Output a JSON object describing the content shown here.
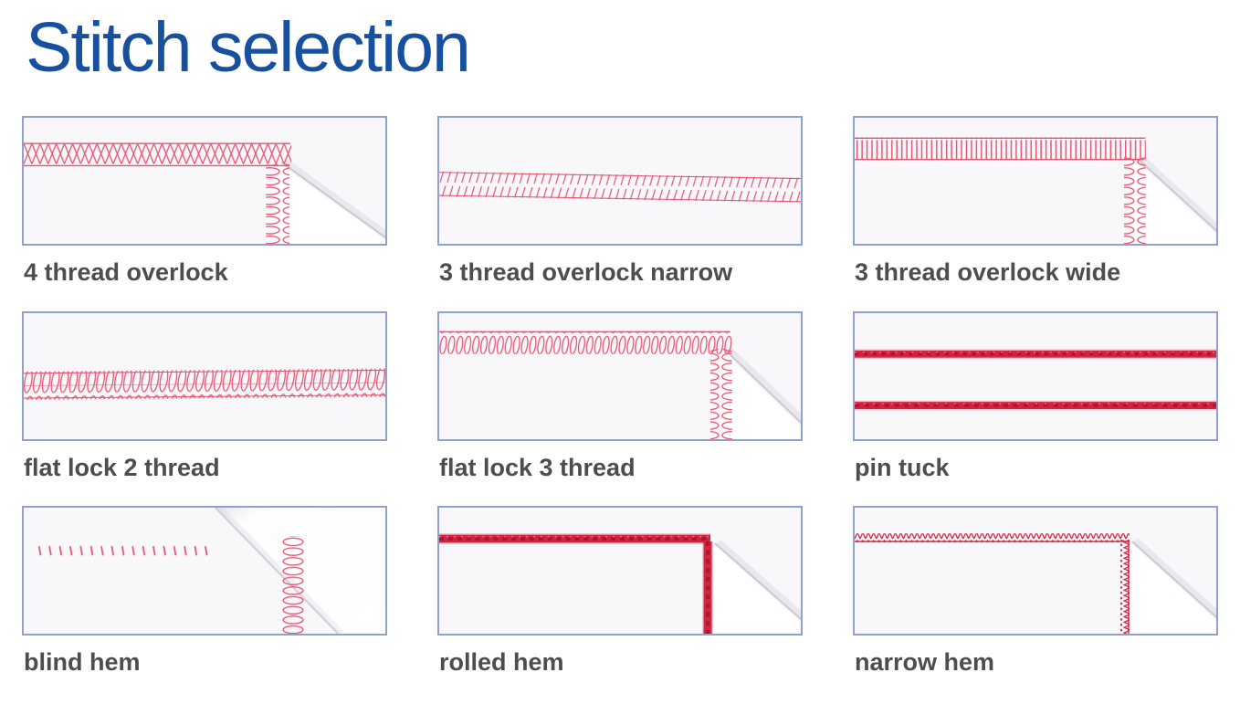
{
  "page": {
    "title": "Stitch selection"
  },
  "colors": {
    "title_blue": "#17509e",
    "label_gray": "#4d4d4d",
    "tile_border": "#92a0d0",
    "fabric": "#f8f7fa",
    "stitch_pink": "#e95371",
    "stitch_red": "#d22440"
  },
  "tiles": [
    {
      "id": "4-thread-overlock",
      "label": "4 thread overlock"
    },
    {
      "id": "3-thread-overlock-narrow",
      "label": "3 thread overlock narrow"
    },
    {
      "id": "3-thread-overlock-wide",
      "label": "3 thread overlock wide"
    },
    {
      "id": "flat-lock-2-thread",
      "label": "flat lock 2 thread"
    },
    {
      "id": "flat-lock-3-thread",
      "label": "flat lock 3 thread"
    },
    {
      "id": "pin-tuck",
      "label": "pin tuck"
    },
    {
      "id": "blind-hem",
      "label": "blind hem"
    },
    {
      "id": "rolled-hem",
      "label": "rolled hem"
    },
    {
      "id": "narrow-hem",
      "label": "narrow hem"
    }
  ]
}
